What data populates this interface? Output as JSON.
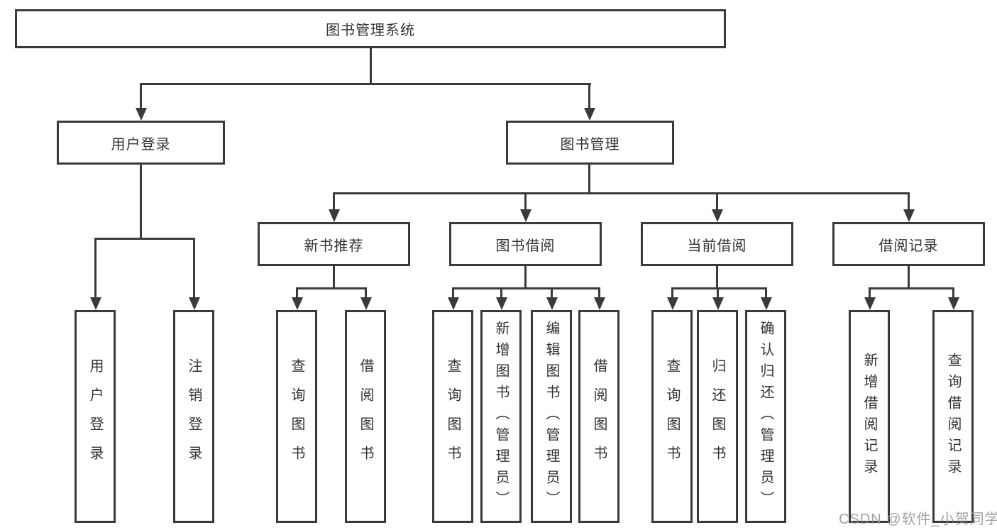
{
  "colors": {
    "line": "#3a3a3a",
    "text": "#333333",
    "watermark": "#919191",
    "background": "#ffffff"
  },
  "chart": {
    "root": "图书管理系统",
    "level2": [
      {
        "label": "用户登录",
        "children": [
          "用户登录",
          "注销登录"
        ]
      },
      {
        "label": "图书管理",
        "sections": [
          {
            "label": "新书推荐",
            "children": [
              "查询图书",
              "借阅图书"
            ]
          },
          {
            "label": "图书借阅",
            "children": [
              "查询图书",
              "新增图书（管理员）",
              "编辑图书（管理员）",
              "借阅图书"
            ]
          },
          {
            "label": "当前借阅",
            "children": [
              "查询图书",
              "归还图书",
              "确认归还（管理员）"
            ]
          },
          {
            "label": "借阅记录",
            "children": [
              "新增借阅记录",
              "查询借阅记录"
            ]
          }
        ]
      }
    ]
  },
  "watermark": "CSDN @软件_小贺同学"
}
